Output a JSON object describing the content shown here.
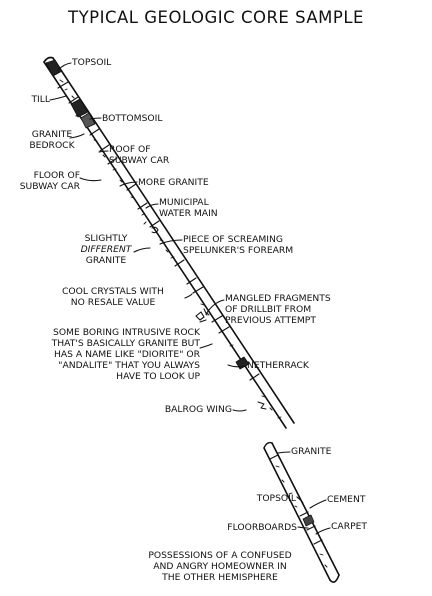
{
  "title": "TYPICAL GEOLOGIC CORE SAMPLE",
  "labels": {
    "topsoil_top": "TOPSOIL",
    "till": "TILL",
    "bottomsoil": "BOTTOMSOIL",
    "granite_bedrock_1": "GRANITE",
    "granite_bedrock_2": "BEDROCK",
    "roof_1": "ROOF OF",
    "roof_2": "SUBWAY CAR",
    "floor_1": "FLOOR OF",
    "floor_2": "SUBWAY CAR",
    "more_granite": "MORE GRANITE",
    "water_1": "MUNICIPAL",
    "water_2": "WATER MAIN",
    "slightly": "SLIGHTLY",
    "different": "DIFFERENT",
    "granite_diff": "GRANITE",
    "forearm_1": "PIECE OF SCREAMING",
    "forearm_2": "SPELUNKER'S FOREARM",
    "crystals_1": "COOL CRYSTALS WITH",
    "crystals_2": "NO RESALE VALUE",
    "drillbit_1": "MANGLED FRAGMENTS",
    "drillbit_2": "OF DRILLBIT FROM",
    "drillbit_3": "PREVIOUS ATTEMPT",
    "boring_1": "SOME BORING INTRUSIVE ROCK",
    "boring_2": "THAT'S BASICALLY GRANITE BUT",
    "boring_3": "HAS A NAME LIKE \"DIORITE\" OR",
    "boring_4": "\"ANDALITE\" THAT YOU ALWAYS",
    "boring_5": "HAVE TO LOOK UP",
    "netherrack": "NETHERRACK",
    "balrog": "BALROG WING",
    "granite_lower": "GRANITE",
    "topsoil_bottom": "TOPSOIL",
    "cement": "CEMENT",
    "floorboards": "FLOORBOARDS",
    "carpet": "CARPET",
    "poss_1": "POSSESSIONS OF A CONFUSED",
    "poss_2": "AND ANGRY HOMEOWNER IN",
    "poss_3": "THE OTHER HEMISPHERE"
  }
}
